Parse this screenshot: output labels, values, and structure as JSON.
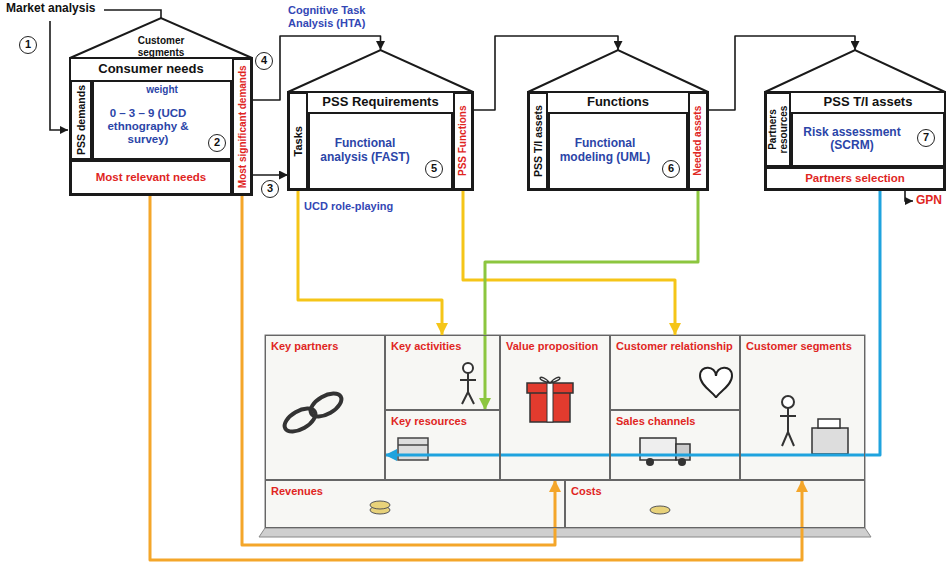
{
  "diagram": {
    "nodes": [
      {
        "text": [
          "Customer segments",
          "Consumer needs"
        ]
      },
      {
        "text": [
          "PSS demands"
        ],
        "in": 0
      },
      {
        "text": [
          "weight",
          "0 – 3 – 9 (UCD ethnography & survey)"
        ],
        "in": 0
      },
      {
        "text": [
          "Most significant demands"
        ],
        "in": 0
      },
      {
        "text": [
          "Most relevant needs"
        ],
        "in": 0
      },
      {
        "text": [
          "PSS Requirements"
        ]
      },
      {
        "text": [
          "Tasks"
        ],
        "in": 5
      },
      {
        "text": [
          "Functional analysis (FAST)"
        ],
        "in": 5
      },
      {
        "text": [
          "PSS Functions"
        ],
        "in": 5
      },
      {
        "text": [
          "Functions"
        ]
      },
      {
        "text": [
          "PSS T/I assets"
        ],
        "in": 9
      },
      {
        "text": [
          "Functional modeling (UML)"
        ],
        "in": 9
      },
      {
        "text": [
          "Needed assets"
        ],
        "in": 9
      },
      {
        "text": [
          "PSS T/I assets"
        ]
      },
      {
        "text": [
          "Partners resources"
        ],
        "in": 13
      },
      {
        "text": [
          "Risk assessment (SCRM)"
        ],
        "in": 13
      },
      {
        "text": [
          "Partners selection"
        ],
        "in": 13
      },
      {
        "text": [
          "Key partners"
        ]
      },
      {
        "text": [
          "Key activities"
        ]
      },
      {
        "text": [
          "Key resources"
        ]
      },
      {
        "text": [
          "Value proposition"
        ]
      },
      {
        "text": [
          "Customer relationship"
        ]
      },
      {
        "text": [
          "Sales channels"
        ]
      },
      {
        "text": [
          "Customer segments"
        ]
      },
      {
        "text": [
          "Revenues"
        ]
      },
      {
        "text": [
          "Costs"
        ]
      }
    ],
    "edges": [
      {
        "from": 3,
        "to": 5,
        "arrow": "to"
      },
      {
        "from": 3,
        "to": 6,
        "arrow": "to"
      },
      {
        "from": 8,
        "to": 9,
        "arrow": "to"
      },
      {
        "from": 12,
        "to": 13,
        "arrow": "to"
      },
      {
        "from": 6,
        "to": 18,
        "arrow": "to"
      },
      {
        "from": 8,
        "to": 21,
        "arrow": "to"
      },
      {
        "from": 12,
        "to": 19,
        "arrow": "to"
      },
      {
        "from": 16,
        "to": 17,
        "arrow": "to"
      },
      {
        "from": 3,
        "to": 20,
        "arrow": "to"
      },
      {
        "from": 4,
        "to": 23,
        "arrow": "to"
      }
    ],
    "labels": [
      "Market analysis",
      "1",
      "2",
      "3",
      "4",
      "5",
      "6",
      "7",
      "Cognitive Task Analysis (HTA)",
      "UCD role-playing",
      "GPN"
    ]
  }
}
